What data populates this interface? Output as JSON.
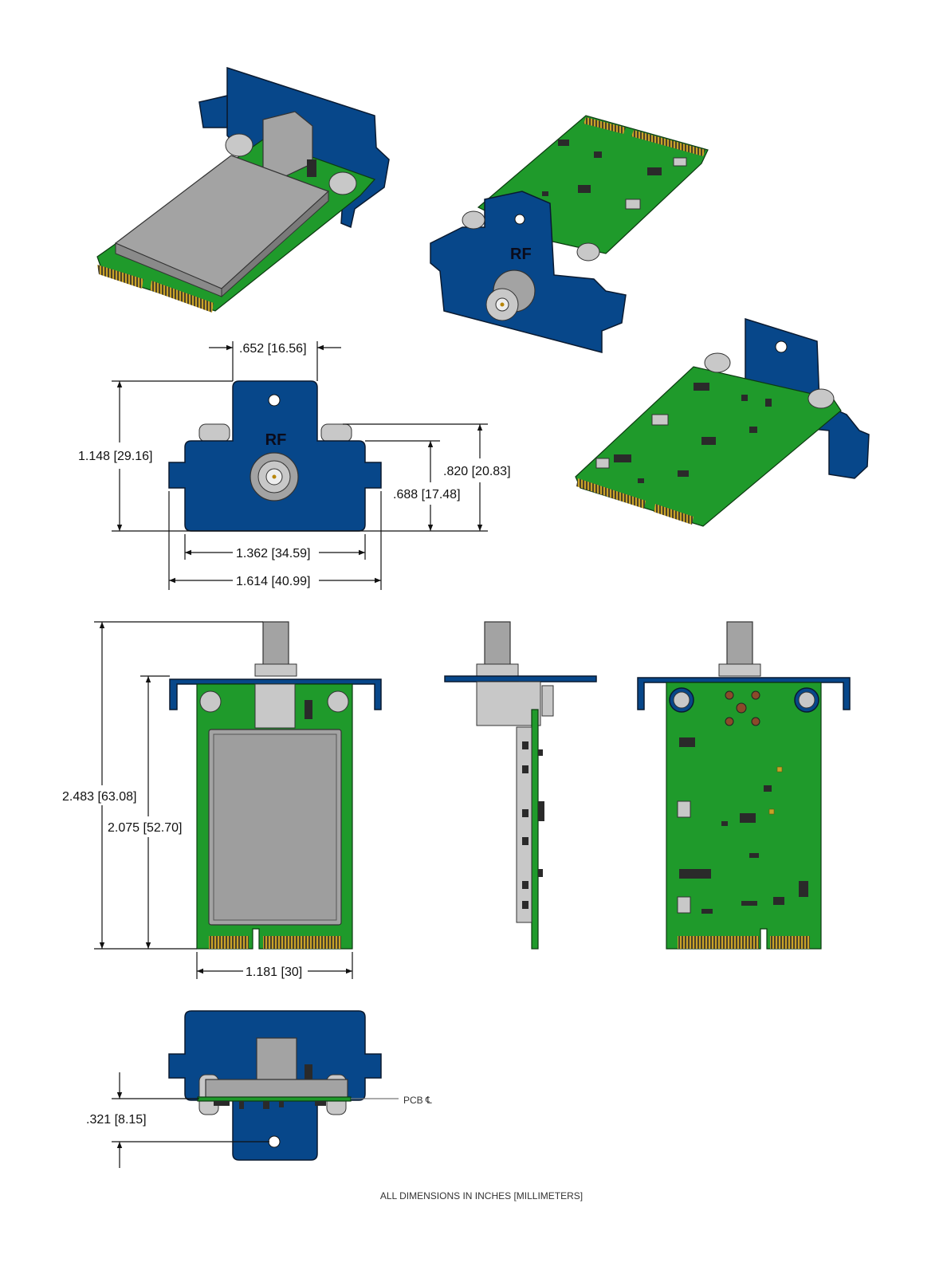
{
  "colors": {
    "bracket": "#07478a",
    "pcb": "#1f9a2b",
    "shield": "#a3a3a3",
    "fingers": "#c9a227"
  },
  "front_view": {
    "marking": "RF"
  },
  "dimensions": {
    "tab_width": {
      "in": ".652",
      "mm": "[16.56]"
    },
    "overall_height": {
      "in": "1.148",
      "mm": "[29.16]"
    },
    "screw_height": {
      "in": ".820",
      "mm": "[20.83]"
    },
    "body_height": {
      "in": ".688",
      "mm": "[17.48]"
    },
    "body_width": {
      "in": "1.362",
      "mm": "[34.59]"
    },
    "overall_width": {
      "in": "1.614",
      "mm": "[40.99]"
    },
    "overall_length": {
      "in": "2.483",
      "mm": "[63.08]"
    },
    "card_length": {
      "in": "2.075",
      "mm": "[52.70]"
    },
    "card_width": {
      "in": "1.181",
      "mm": "[30]"
    },
    "pcb_to_hole": {
      "in": ".321",
      "mm": "[8.15]"
    }
  },
  "pcb_centerline_label": "PCB ℄",
  "footer_note": "ALL DIMENSIONS IN INCHES [MILLIMETERS]"
}
